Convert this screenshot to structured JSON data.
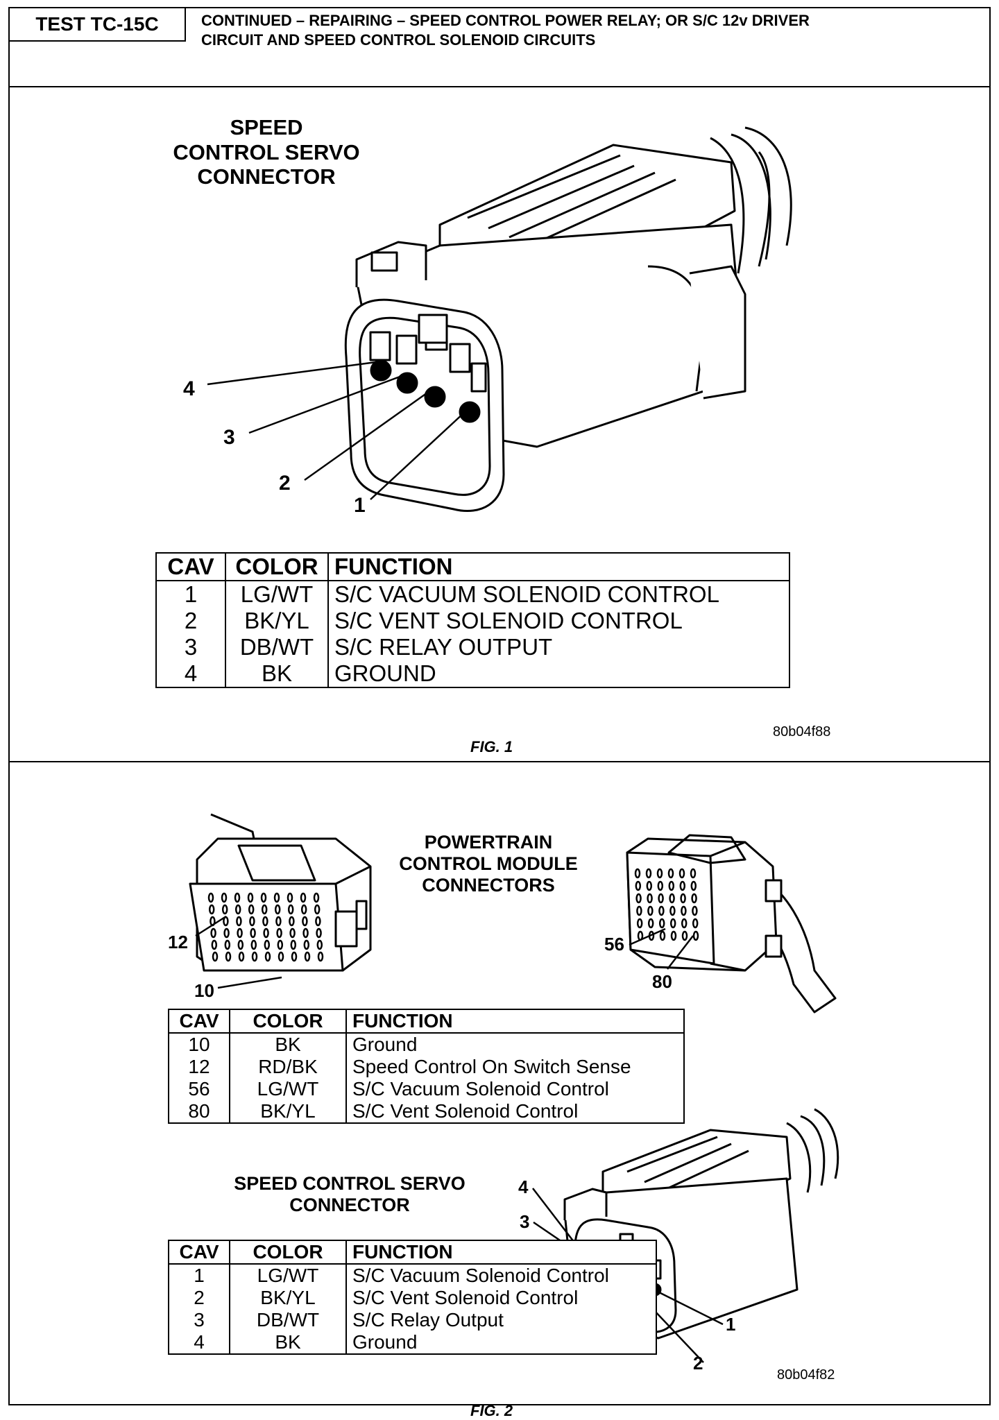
{
  "header": {
    "test_id": "TEST TC-15C",
    "title_line1": "CONTINUED – REPAIRING – SPEED CONTROL POWER RELAY; OR S/C 12v DRIVER",
    "title_line2": "CIRCUIT AND SPEED CONTROL SOLENOID CIRCUITS"
  },
  "fig1": {
    "title_lines": [
      "SPEED",
      "CONTROL SERVO",
      "CONNECTOR"
    ],
    "pin_labels": [
      "4",
      "3",
      "2",
      "1"
    ],
    "table": {
      "headers": [
        "CAV",
        "COLOR",
        "FUNCTION"
      ],
      "rows": [
        {
          "cav": "1",
          "color": "LG/WT",
          "function": "S/C VACUUM SOLENOID CONTROL"
        },
        {
          "cav": "2",
          "color": "BK/YL",
          "function": "S/C VENT SOLENOID CONTROL"
        },
        {
          "cav": "3",
          "color": "DB/WT",
          "function": "S/C RELAY OUTPUT"
        },
        {
          "cav": "4",
          "color": "BK",
          "function": "GROUND"
        }
      ]
    },
    "code": "80b04f88",
    "caption": "FIG. 1"
  },
  "fig2": {
    "pcm_title_lines": [
      "POWERTRAIN",
      "CONTROL MODULE",
      "CONNECTORS"
    ],
    "pcm_pin_labels": {
      "left_top": "12",
      "left_bottom": "10",
      "right_a": "56",
      "right_b": "80"
    },
    "pcm_table": {
      "headers": [
        "CAV",
        "COLOR",
        "FUNCTION"
      ],
      "rows": [
        {
          "cav": "10",
          "color": "BK",
          "function": "Ground"
        },
        {
          "cav": "12",
          "color": "RD/BK",
          "function": "Speed Control On Switch Sense"
        },
        {
          "cav": "56",
          "color": "LG/WT",
          "function": "S/C Vacuum Solenoid Control"
        },
        {
          "cav": "80",
          "color": "BK/YL",
          "function": "S/C Vent Solenoid Control"
        }
      ]
    },
    "servo_title_lines": [
      "SPEED CONTROL SERVO",
      "CONNECTOR"
    ],
    "servo_pin_labels": [
      "4",
      "3",
      "1",
      "2"
    ],
    "servo_table": {
      "headers": [
        "CAV",
        "COLOR",
        "FUNCTION"
      ],
      "rows": [
        {
          "cav": "1",
          "color": "LG/WT",
          "function": "S/C Vacuum Solenoid Control"
        },
        {
          "cav": "2",
          "color": "BK/YL",
          "function": "S/C Vent Solenoid Control"
        },
        {
          "cav": "3",
          "color": "DB/WT",
          "function": "S/C Relay Output"
        },
        {
          "cav": "4",
          "color": "BK",
          "function": "Ground"
        }
      ]
    },
    "code": "80b04f82",
    "caption": "FIG. 2"
  }
}
